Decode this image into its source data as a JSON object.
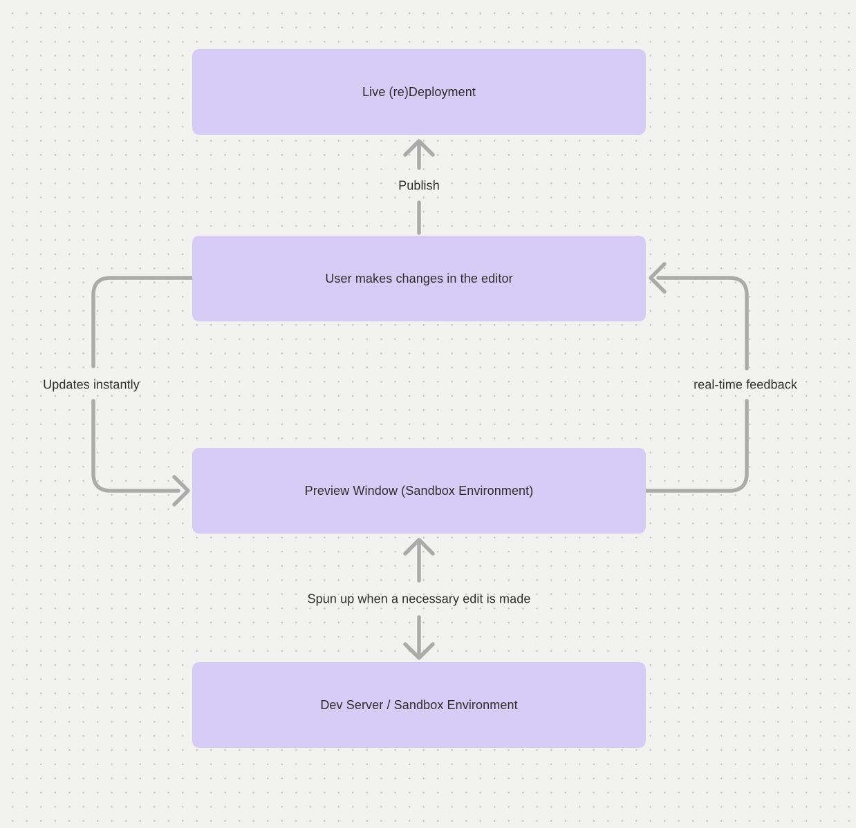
{
  "diagram": {
    "nodes": [
      {
        "id": "live-redeployment",
        "label": "Live (re)Deployment"
      },
      {
        "id": "user-editor",
        "label": "User makes changes in the editor"
      },
      {
        "id": "preview-window",
        "label": "Preview Window (Sandbox Environment)"
      },
      {
        "id": "dev-server",
        "label": "Dev Server / Sandbox Environment"
      }
    ],
    "edges": [
      {
        "id": "publish",
        "label": "Publish",
        "from": "user-editor",
        "to": "live-redeployment",
        "style": "straight-up-arrow"
      },
      {
        "id": "updates-instantly",
        "label": "Updates instantly",
        "from": "user-editor",
        "to": "preview-window",
        "style": "left-loop-arrow"
      },
      {
        "id": "real-time-feedback",
        "label": "real-time feedback",
        "from": "preview-window",
        "to": "user-editor",
        "style": "right-loop-arrow"
      },
      {
        "id": "spun-up",
        "label": "Spun up when a necessary edit is made",
        "from": "preview-window",
        "to": "dev-server",
        "style": "bidirectional-vertical-arrow"
      }
    ],
    "colors": {
      "background": "#f2f2f1",
      "dot": "#c6c6c6",
      "node_fill": "#d6ccf5",
      "arrow": "#ababab",
      "text": "#2d2d2d"
    }
  }
}
